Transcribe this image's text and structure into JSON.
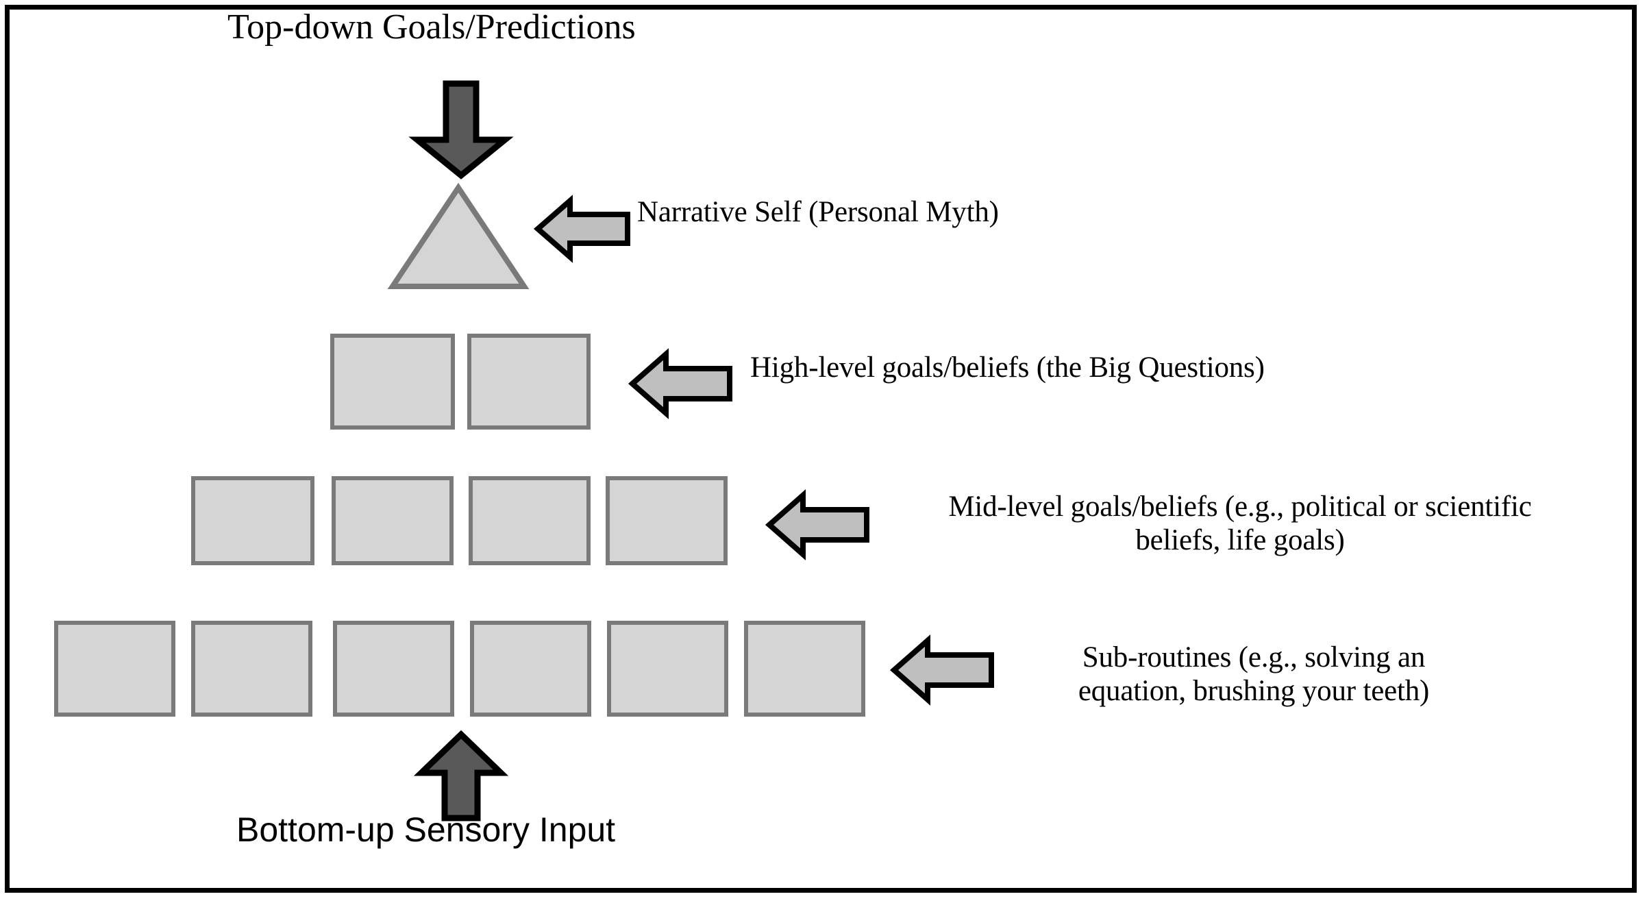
{
  "diagram": {
    "title_top": "Top-down Goals/Predictions",
    "title_bottom": "Bottom-up Sensory Input",
    "levels": [
      {
        "id": "narrative-self",
        "shape": "triangle",
        "count": 1,
        "label": "Narrative Self (Personal Myth)",
        "label_lines": [
          "Narrative Self (Personal Myth)"
        ]
      },
      {
        "id": "high-level",
        "shape": "rect",
        "count": 2,
        "label": "High-level goals/beliefs (the Big Questions)",
        "label_lines": [
          "High-level goals/beliefs (the Big Questions)"
        ]
      },
      {
        "id": "mid-level",
        "shape": "rect",
        "count": 4,
        "label": "Mid-level goals/beliefs (e.g., political or scientific beliefs, life goals)",
        "label_lines": [
          "Mid-level goals/beliefs (e.g., political or scientific",
          "beliefs, life goals)"
        ]
      },
      {
        "id": "sub-routines",
        "shape": "rect",
        "count": 6,
        "label": "Sub-routines (e.g., solving an equation, brushing your teeth)",
        "label_lines": [
          "Sub-routines (e.g., solving an",
          "equation, brushing your teeth)"
        ]
      }
    ],
    "icons": {
      "down_arrow": "arrow-down-icon",
      "up_arrow": "arrow-up-icon",
      "left_arrow": "arrow-left-icon"
    },
    "colors": {
      "frame": "#000000",
      "box_fill": "#d5d5d5",
      "box_border": "#7a7a7a",
      "triangle_fill": "#d5d5d5",
      "triangle_border": "#7a7a7a",
      "flow_arrow_fill": "#595959",
      "flow_arrow_stroke": "#000000",
      "pointer_arrow_fill": "#bfbfbf",
      "pointer_arrow_stroke": "#000000",
      "text": "#000000",
      "background": "#ffffff"
    }
  }
}
